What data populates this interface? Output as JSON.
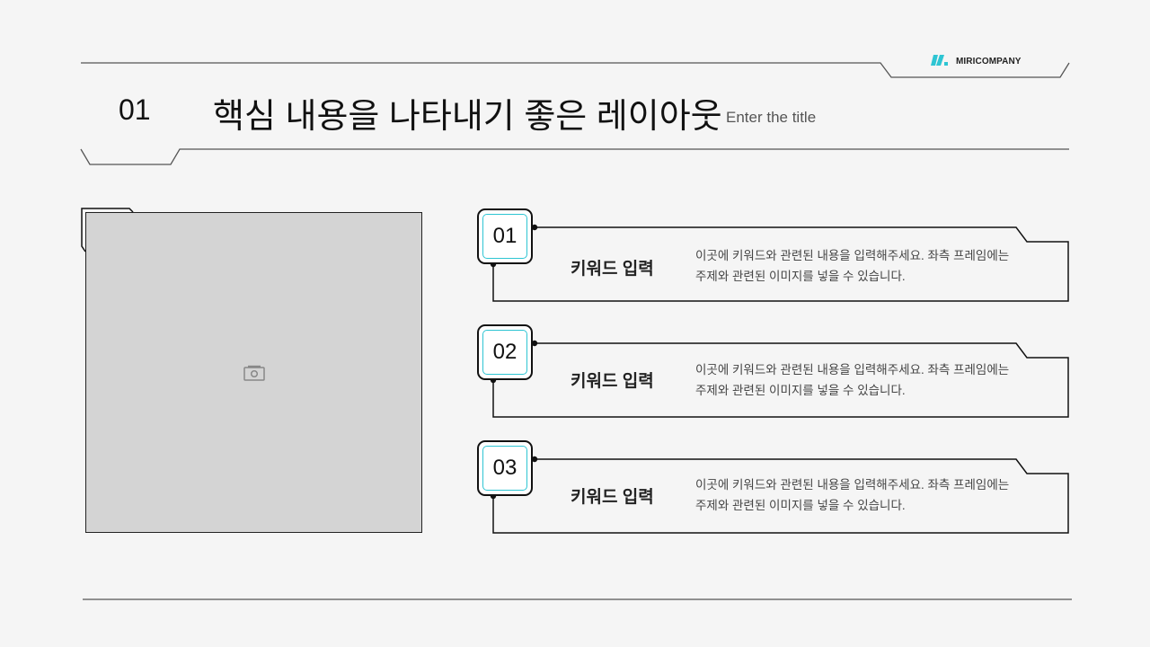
{
  "header": {
    "logo_text": "MIRICOMPANY",
    "section_number": "01",
    "title": "핵심 내용을 나타내기 좋은 레이아웃",
    "subtitle": "Enter the title"
  },
  "photo_placeholder": {
    "icon": "camera-icon"
  },
  "items": [
    {
      "number": "01",
      "keyword": "키워드 입력",
      "description": "이곳에 키워드와 관련된 내용을 입력해주세요. 좌측 프레임에는 주제와 관련된 이미지를 넣을 수 있습니다."
    },
    {
      "number": "02",
      "keyword": "키워드 입력",
      "description": "이곳에 키워드와 관련된 내용을 입력해주세요. 좌측 프레임에는 주제와 관련된 이미지를 넣을 수 있습니다."
    },
    {
      "number": "03",
      "keyword": "키워드 입력",
      "description": "이곳에 키워드와 관련된 내용을 입력해주세요. 좌측 프레임에는 주제와 관련된 이미지를 넣을 수 있습니다."
    }
  ],
  "colors": {
    "accent": "#2ec5d3",
    "line": "#555555",
    "background": "#f5f5f5",
    "frame": "#d4d4d4"
  }
}
